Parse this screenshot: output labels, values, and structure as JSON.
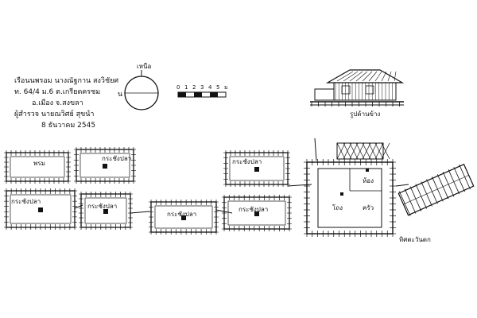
{
  "title_block": {
    "line1": "เรือนนพรอม นางณัฐกาน สงวิชัยศ",
    "line2": "ท. 64/4 ม.6 ต.เกรียดครชม",
    "line3": "อ.เมือง จ.สงขลา",
    "line4": "ผู้สำรวจ  นายณวิศย์  สุขนำ",
    "line5": "8 ธันวาคม 2545"
  },
  "north_label": "เหนือ",
  "compass_letter": "น",
  "scale_bar": {
    "labels": [
      "0",
      "1",
      "2",
      "3",
      "4",
      "5",
      "ม"
    ]
  },
  "elevation_caption": "รูปด้านข้าง",
  "side_caption": "ทิศตะวันตก",
  "rooms": [
    {
      "id": "r1",
      "label": "พรม"
    },
    {
      "id": "r2",
      "label": "กระชังปลา"
    },
    {
      "id": "r3",
      "label": "กระชังปลา"
    },
    {
      "id": "r4",
      "label": "กระชังปลา"
    },
    {
      "id": "r5",
      "label": "กระชังปลา"
    },
    {
      "id": "r6",
      "label": "กระชังปลา"
    },
    {
      "id": "r7",
      "label": "กระชังปลา"
    }
  ],
  "house": {
    "room_label": "โถง",
    "kitchen_label": "ครัว",
    "store_label": "ห้อง"
  }
}
